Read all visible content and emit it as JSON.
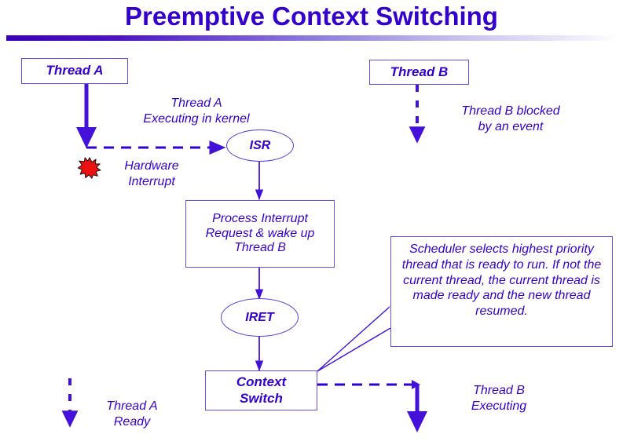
{
  "slide": {
    "title": "Preemptive Context Switching",
    "background_color": "#FFFFFF",
    "accent_color": "#3300CC",
    "box_border_color": "#6A4BE0",
    "interrupt_color": "#EE1111"
  },
  "nodes": {
    "thread_a_box": "Thread A",
    "thread_b_box": "Thread B",
    "isr_ellipse": "ISR",
    "process_interrupt_box": "Process Interrupt\nRequest & wake up\nThread B",
    "iret_ellipse": "IRET",
    "context_switch_box": "Context\nSwitch"
  },
  "labels": {
    "thread_a_executing": "Thread A\nExecuting in kernel",
    "hardware_interrupt": "Hardware\nInterrupt",
    "thread_b_blocked": "Thread B blocked\nby an event",
    "thread_a_ready": "Thread A\nReady",
    "thread_b_executing": "Thread B\nExecuting"
  },
  "callout": {
    "text": "Scheduler selects highest priority thread that is ready to run.  If not the current thread, the current thread is made ready and the new thread resumed."
  },
  "icons": {
    "hardware_interrupt_icon": "starburst-icon"
  }
}
